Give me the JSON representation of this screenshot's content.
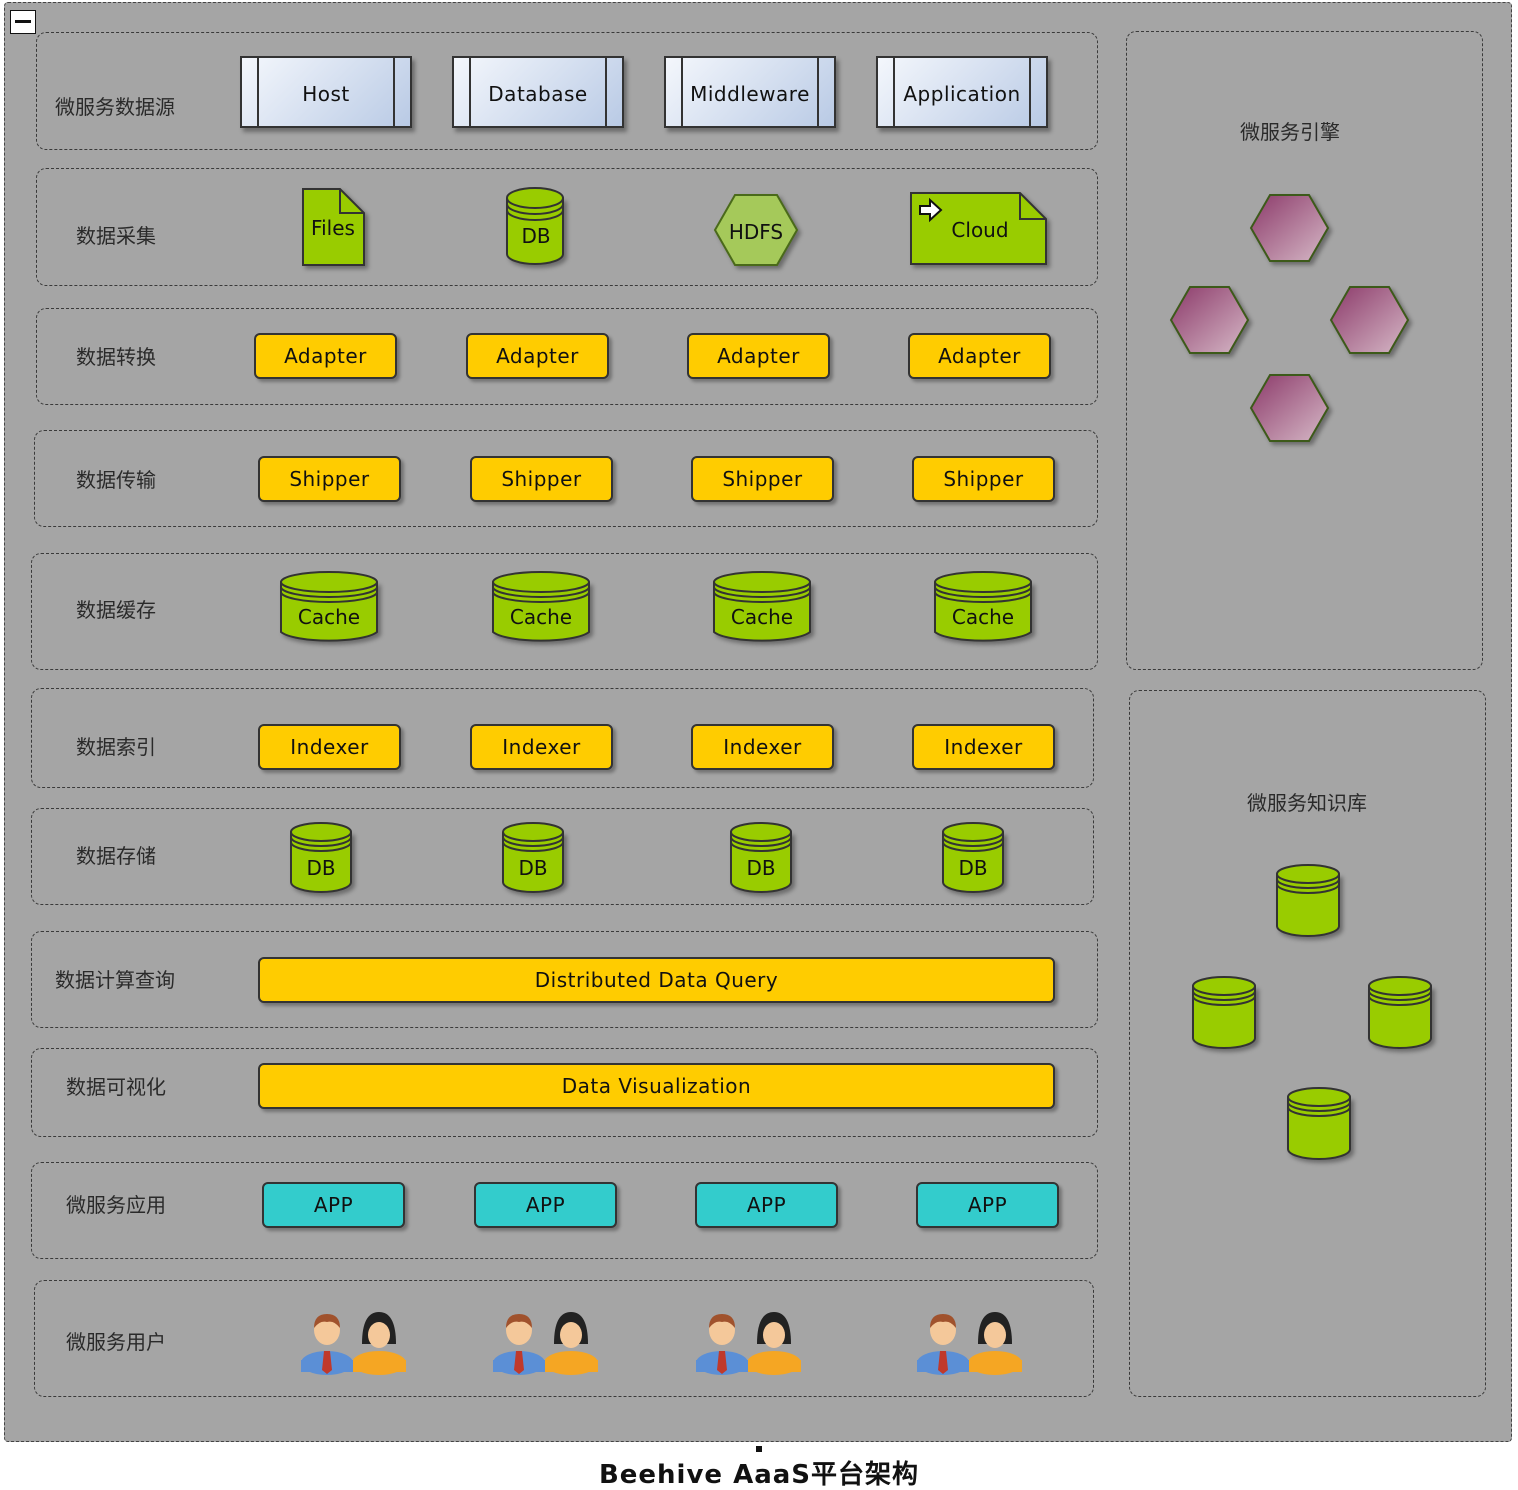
{
  "title": "Beehive AaaS平台架构",
  "colors": {
    "background": "#a5a5a5",
    "process": "#ffcc00",
    "app": "#33cccc",
    "green": "#99cc00",
    "hexagon": "#9b4f79"
  },
  "layers": {
    "datasource": {
      "label": "微服务数据源",
      "items": [
        "Host",
        "Database",
        "Middleware",
        "Application"
      ]
    },
    "collect": {
      "label": "数据采集",
      "items": [
        "Files",
        "DB",
        "HDFS",
        "Cloud"
      ]
    },
    "transform": {
      "label": "数据转换",
      "items": [
        "Adapter",
        "Adapter",
        "Adapter",
        "Adapter"
      ]
    },
    "transport": {
      "label": "数据传输",
      "items": [
        "Shipper",
        "Shipper",
        "Shipper",
        "Shipper"
      ]
    },
    "cache": {
      "label": "数据缓存",
      "items": [
        "Cache",
        "Cache",
        "Cache",
        "Cache"
      ]
    },
    "index": {
      "label": "数据索引",
      "items": [
        "Indexer",
        "Indexer",
        "Indexer",
        "Indexer"
      ]
    },
    "storage": {
      "label": "数据存储",
      "items": [
        "DB",
        "DB",
        "DB",
        "DB"
      ]
    },
    "compute": {
      "label": "数据计算查询",
      "bar": "Distributed Data Query"
    },
    "visual": {
      "label": "数据可视化",
      "bar": "Data Visualization"
    },
    "apps": {
      "label": "微服务应用",
      "items": [
        "APP",
        "APP",
        "APP",
        "APP"
      ]
    },
    "users": {
      "label": "微服务用户",
      "icons": [
        "user-group-icon",
        "user-group-icon",
        "user-group-icon",
        "user-group-icon"
      ]
    }
  },
  "engine": {
    "label": "微服务引擎",
    "icon": "hexagon-node-icon"
  },
  "knowledge": {
    "label": "微服务知识库",
    "icon": "database-cylinder-icon"
  }
}
